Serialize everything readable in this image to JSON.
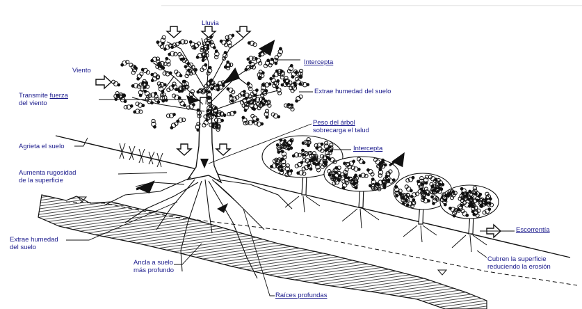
{
  "labels": {
    "lluvia": "Lluvia",
    "viento": "Viento",
    "intercepta_top": "Intercepta",
    "transmite_1": "Transmite",
    "transmite_fuerza": "fuerza",
    "transmite_2": "del viento",
    "extrae_top": "Extrae humedad del suelo",
    "peso_1": "Peso del árbol",
    "peso_2": "sobrecarga el talud",
    "agrieta": "Agrieta el suelo",
    "intercepta_mid": "Intercepta",
    "aumenta_1": "Aumenta rugosidad",
    "aumenta_2": "de la superficie",
    "escorrentia": "Escorrentía",
    "extrae_left_1": "Extrae humedad",
    "extrae_left_2": "del suelo",
    "ancla_1": "Ancla a suelo",
    "ancla_2": "más profundo",
    "cubren_1": "Cubren la superficie",
    "cubren_2": "reduciendo la erosión",
    "raices": "Raíces profundas"
  },
  "colors": {
    "ink": "#111111",
    "label": "#1a1a8c"
  }
}
